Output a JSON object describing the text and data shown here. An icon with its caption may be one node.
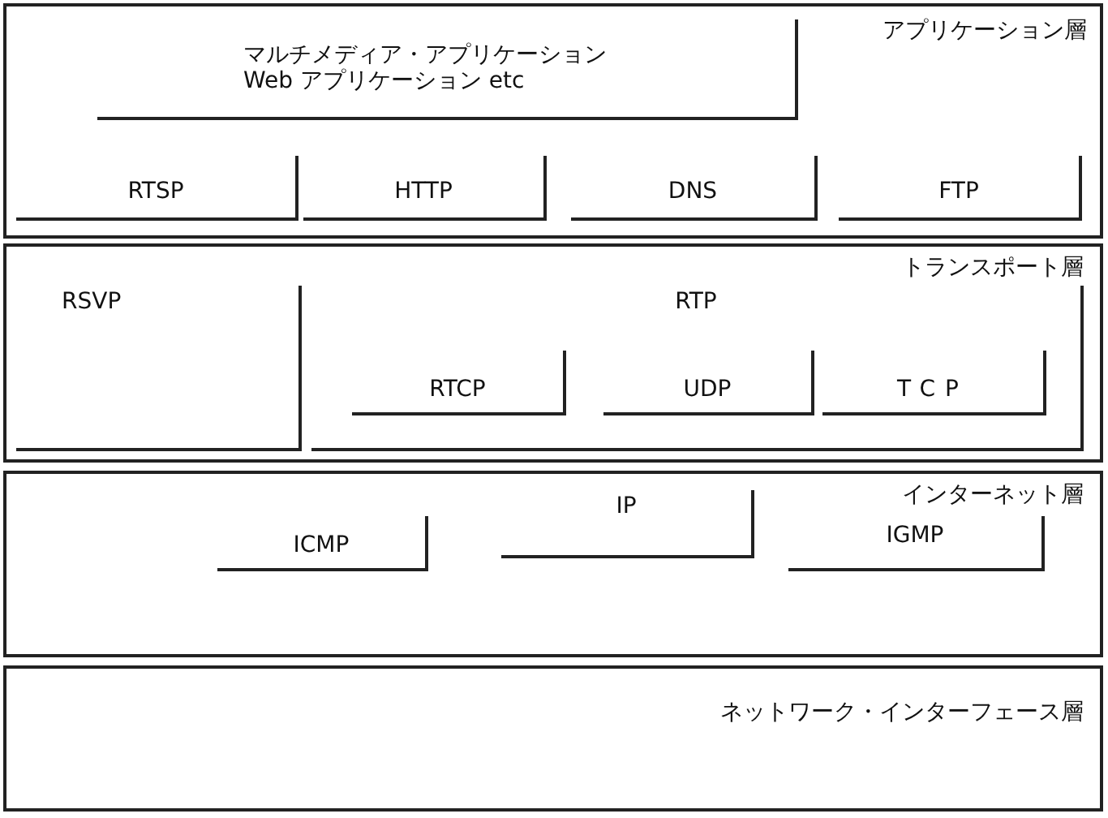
{
  "diagram": {
    "nodes": [
      {
        "text": [
          "アプリケーション層"
        ]
      },
      {
        "text": [
          "マルチメディア・アプリケーション Web アプリケーション etc"
        ],
        "in": 0
      },
      {
        "text": [
          "RTSP"
        ],
        "in": 0
      },
      {
        "text": [
          "HTTP"
        ],
        "in": 0
      },
      {
        "text": [
          "DNS"
        ],
        "in": 0
      },
      {
        "text": [
          "FTP"
        ],
        "in": 0
      },
      {
        "text": [
          "トランスポート層"
        ]
      },
      {
        "text": [
          "RSVP"
        ],
        "in": 6
      },
      {
        "text": [
          "RTP"
        ],
        "in": 6
      },
      {
        "text": [
          "RTCP"
        ],
        "in": 8
      },
      {
        "text": [
          "UDP"
        ],
        "in": 8
      },
      {
        "text": [
          "TCP"
        ],
        "in": 8
      },
      {
        "text": [
          "インターネット層"
        ]
      },
      {
        "text": [
          "ICMP"
        ],
        "in": 12
      },
      {
        "text": [
          "IP"
        ],
        "in": 12
      },
      {
        "text": [
          "IGMP"
        ],
        "in": 12
      },
      {
        "text": [
          "ネットワーク・インターフェース層"
        ]
      }
    ]
  }
}
